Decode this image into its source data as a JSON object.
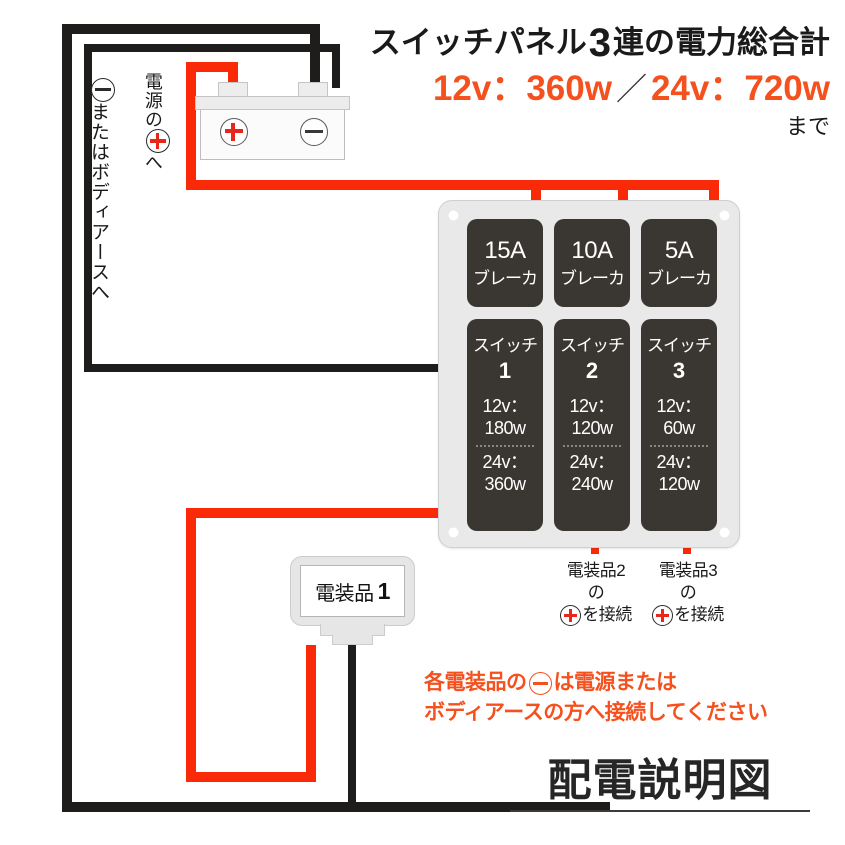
{
  "header": {
    "title_prefix": "スイッチパネル",
    "title_count": "3",
    "title_suffix": "連の電力総合計",
    "rating_12v": "12v：360w",
    "rating_separator": "／",
    "rating_24v": "24v：720w",
    "suffix_note": "まで"
  },
  "labels": {
    "ground_label": "またはボディアースへ",
    "power_label_top": "電源の",
    "power_label_bottom": "へ",
    "minus_icon": "minus-terminal-icon",
    "plus_icon": "plus-terminal-icon"
  },
  "battery": {
    "name": "battery",
    "positive_icon": "battery-positive-terminal-icon",
    "negative_icon": "battery-negative-terminal-icon"
  },
  "panel": {
    "columns": [
      {
        "breaker_amp": "15A",
        "breaker_sub": "ブレーカ",
        "switch_word": "スイッチ",
        "switch_num": "1",
        "rating_12v": "12v：",
        "rating_12v_watt": "180w",
        "rating_24v": "24v：",
        "rating_24v_watt": "360w"
      },
      {
        "breaker_amp": "10A",
        "breaker_sub": "ブレーカ",
        "switch_word": "スイッチ",
        "switch_num": "2",
        "rating_12v": "12v：",
        "rating_12v_watt": "120w",
        "rating_24v": "24v：",
        "rating_24v_watt": "240w"
      },
      {
        "breaker_amp": "5A",
        "breaker_sub": "ブレーカ",
        "switch_word": "スイッチ",
        "switch_num": "3",
        "rating_12v": "12v：",
        "rating_12v_watt": "60w",
        "rating_24v": "24v：",
        "rating_24v_watt": "120w"
      }
    ]
  },
  "device": {
    "label": "電装品",
    "number": "1"
  },
  "annotations": [
    {
      "line1": "電装品2",
      "line2": "の",
      "line3": "を接続"
    },
    {
      "line1": "電装品3",
      "line2": "の",
      "line3": "を接続"
    }
  ],
  "note": {
    "line1_a": "各電装品の",
    "line1_b": "は電源または",
    "line2": "ボディアースの方へ接続してください"
  },
  "bottom_title": {
    "text": "配電説明図"
  },
  "colors": {
    "red_wire": "#fa2a08",
    "black_wire": "#1f1d1b",
    "accent_orange": "#f4511e",
    "panel_block": "#3a3631"
  }
}
